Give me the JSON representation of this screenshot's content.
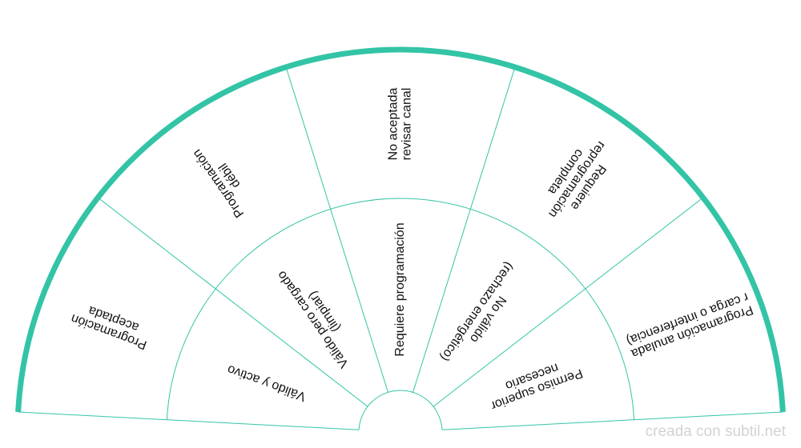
{
  "colors": {
    "outer_rim": "#33c4a6",
    "divider": "#33c4a6",
    "text": "#111111",
    "watermark": "#d3d3d3"
  },
  "outer_ring": [
    {
      "label": [
        "Programación",
        "aceptada"
      ]
    },
    {
      "label": [
        "Programación",
        "débil"
      ]
    },
    {
      "label": [
        "No aceptada",
        "revisar canal"
      ]
    },
    {
      "label": [
        "Requiere",
        "reprogramación",
        "completa"
      ]
    },
    {
      "label": [
        "Programación anulada",
        "r carga o interferencia)"
      ]
    }
  ],
  "inner_ring": [
    {
      "label": [
        "Válido y activo"
      ]
    },
    {
      "label": [
        "Válido pero cargado",
        "(limpiar)"
      ]
    },
    {
      "label": [
        "Requiere programación"
      ]
    },
    {
      "label": [
        "No válido",
        "(rechazo energético)"
      ]
    },
    {
      "label": [
        "Permiso superior",
        "necesario"
      ]
    }
  ],
  "watermark": "creada con subtil.net"
}
